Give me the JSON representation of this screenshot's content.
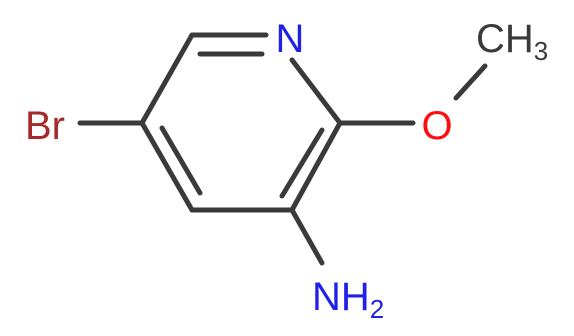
{
  "molecule": {
    "atoms": {
      "n": {
        "symbol": "N",
        "color": "#2020e8"
      },
      "o": {
        "symbol": "O",
        "color": "#ff0d0d"
      },
      "br": {
        "symbol": "Br",
        "color": "#a62929"
      },
      "ch3": {
        "symbol": "CH",
        "subscript": "3",
        "color": "#3a3a3a"
      },
      "nh2": {
        "symbol": "NH",
        "subscript": "2",
        "color": "#2020e8"
      }
    },
    "bond_color": "#3a3a3a"
  }
}
